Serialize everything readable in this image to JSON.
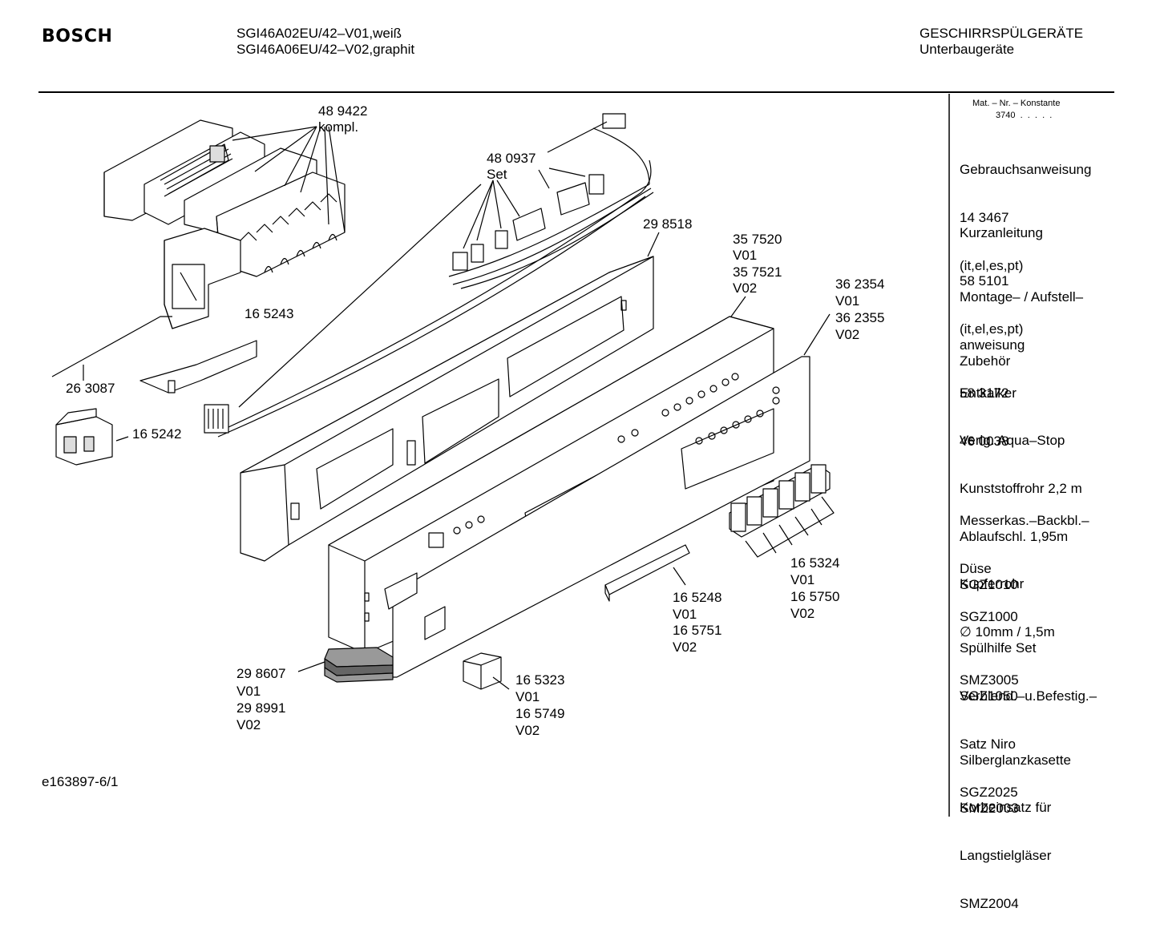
{
  "header": {
    "brand": "BOSCH",
    "model_line_1": "SGI46A02EU/42–V01,weiß",
    "model_line_2": "SGI46A06EU/42–V02,graphit",
    "category_line_1": "GESCHIRRSPÜLGERÄTE",
    "category_line_2": "Unterbaugeräte"
  },
  "footer": {
    "doc_id": "e163897-6/1"
  },
  "callouts": {
    "c489422_1": "48 9422",
    "c489422_2": "kompl.",
    "c480937_1": "48 0937",
    "c480937_2": "Set",
    "c298518": "29 8518",
    "c357520_1": "35 7520",
    "c357520_2": "V01",
    "c357520_3": "35 7521",
    "c357520_4": "V02",
    "c362354_1": "36 2354",
    "c362354_2": "V01",
    "c362354_3": "36 2355",
    "c362354_4": "V02",
    "c165243": "16 5243",
    "c263087": "26 3087",
    "c165242": "16 5242",
    "c165324_1": "16 5324",
    "c165324_2": "V01",
    "c165324_3": "16 5750",
    "c165324_4": "V02",
    "c165248_1": "16 5248",
    "c165248_2": "V01",
    "c165248_3": "16 5751",
    "c165248_4": "V02",
    "c298607_1": "29 8607",
    "c298607_2": "V01",
    "c298607_3": "29 8991",
    "c298607_4": "V02",
    "c165323_1": "16 5323",
    "c165323_2": "V01",
    "c165323_3": "16 5749",
    "c165323_4": "V02"
  },
  "sidebar": {
    "matnr_title": "Mat. – Nr. – Konstante",
    "matnr_value": "3740  .  .  .  .  .",
    "items": [
      {
        "l1": "Gebrauchsanweisung",
        "l2": "14 3467",
        "l3": "(it,el,es,pt)"
      },
      {
        "l1": "Kurzanleitung",
        "l2": "58 5101",
        "l3": "(it,el,es,pt)"
      },
      {
        "l1": "Montage– / Aufstell–",
        "l2": "anweisung",
        "l3": "58 3172"
      },
      {
        "l1": "Zubehör"
      },
      {
        "l1": "Entkalker",
        "l2": "46 0038"
      },
      {
        "l1": "Verlg. Aqua–Stop",
        "l2": "Kunststoffrohr 2,2 m",
        "l3": "Ablaufschl. 1,95m",
        "l4": "SGZ1010"
      },
      {
        "l1": "Messerkas.–Backbl.–",
        "l2": "Düse",
        "l3": "SGZ1000"
      },
      {
        "l1": "Kupferrohr",
        "l2": "∅ 10mm / 1,5m",
        "l3": "SMZ3005"
      },
      {
        "l1": "Spülhilfe Set",
        "l2": "SGZ1050"
      },
      {
        "l1": "Verblend.–u.Befestig.–",
        "l2": "Satz Niro",
        "l3": "SGZ2025"
      },
      {
        "l1": "Silberglanzkasette",
        "l2": "SMZ2003"
      },
      {
        "l1": "Korbeinsatz für",
        "l2": "Langstielgläser",
        "l3": "SMZ2004"
      }
    ]
  }
}
